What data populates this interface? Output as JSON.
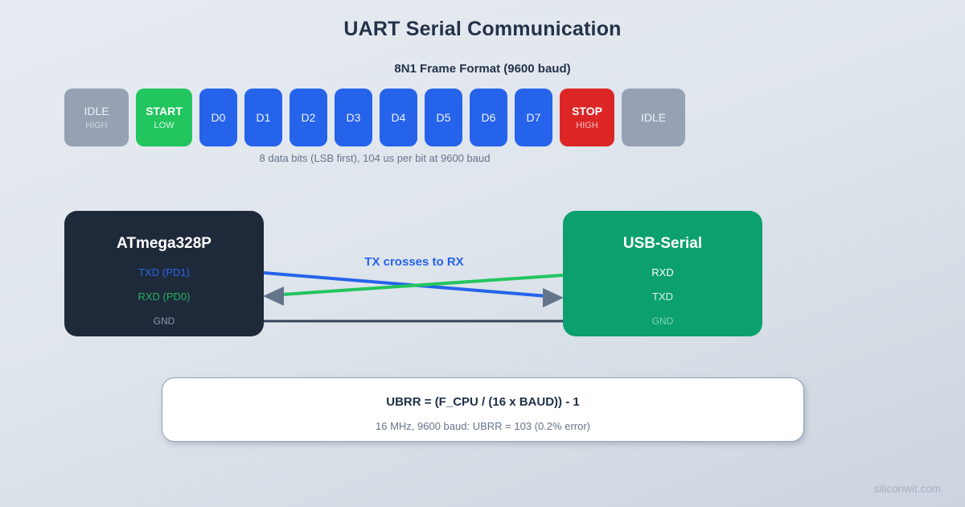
{
  "page": {
    "title": "UART Serial Communication",
    "watermark": "siliconwit.com"
  },
  "frame": {
    "title": "8N1 Frame Format (9600 baud)",
    "caption": "8 data bits (LSB first), 104 us per bit at 9600 baud",
    "cells": [
      {
        "label": "IDLE",
        "sublabel": "HIGH"
      },
      {
        "label": "START",
        "sublabel": "LOW"
      },
      {
        "label": "D0"
      },
      {
        "label": "D1"
      },
      {
        "label": "D2"
      },
      {
        "label": "D3"
      },
      {
        "label": "D4"
      },
      {
        "label": "D5"
      },
      {
        "label": "D6"
      },
      {
        "label": "D7"
      },
      {
        "label": "STOP",
        "sublabel": "HIGH"
      },
      {
        "label": "IDLE"
      }
    ]
  },
  "devices": {
    "left": {
      "title": "ATmega328P",
      "pins": [
        {
          "label": "TXD (PD1)"
        },
        {
          "label": "RXD (PD0)"
        },
        {
          "label": "GND"
        }
      ]
    },
    "right": {
      "title": "USB-Serial",
      "pins": [
        {
          "label": "RXD"
        },
        {
          "label": "TXD"
        },
        {
          "label": "GND"
        }
      ]
    }
  },
  "connection": {
    "label": "TX crosses to RX"
  },
  "formula": {
    "equation": "UBRR = (F_CPU / (16 x BAUD)) - 1",
    "note": "16 MHz, 9600 baud: UBRR = 103 (0.2% error)"
  },
  "colors": {
    "idle_gray": "#96a2b4",
    "start_green": "#22c55e",
    "data_blue": "#2563eb",
    "stop_red": "#dc2626",
    "mcu_dark": "#1e2a3a",
    "usb_green": "#0ca06e",
    "tx_wire_blue": "#2563eb",
    "rx_wire_green": "#22c55e",
    "gnd_wire_slate": "#36455c",
    "arrow_gray": "#64748b"
  }
}
